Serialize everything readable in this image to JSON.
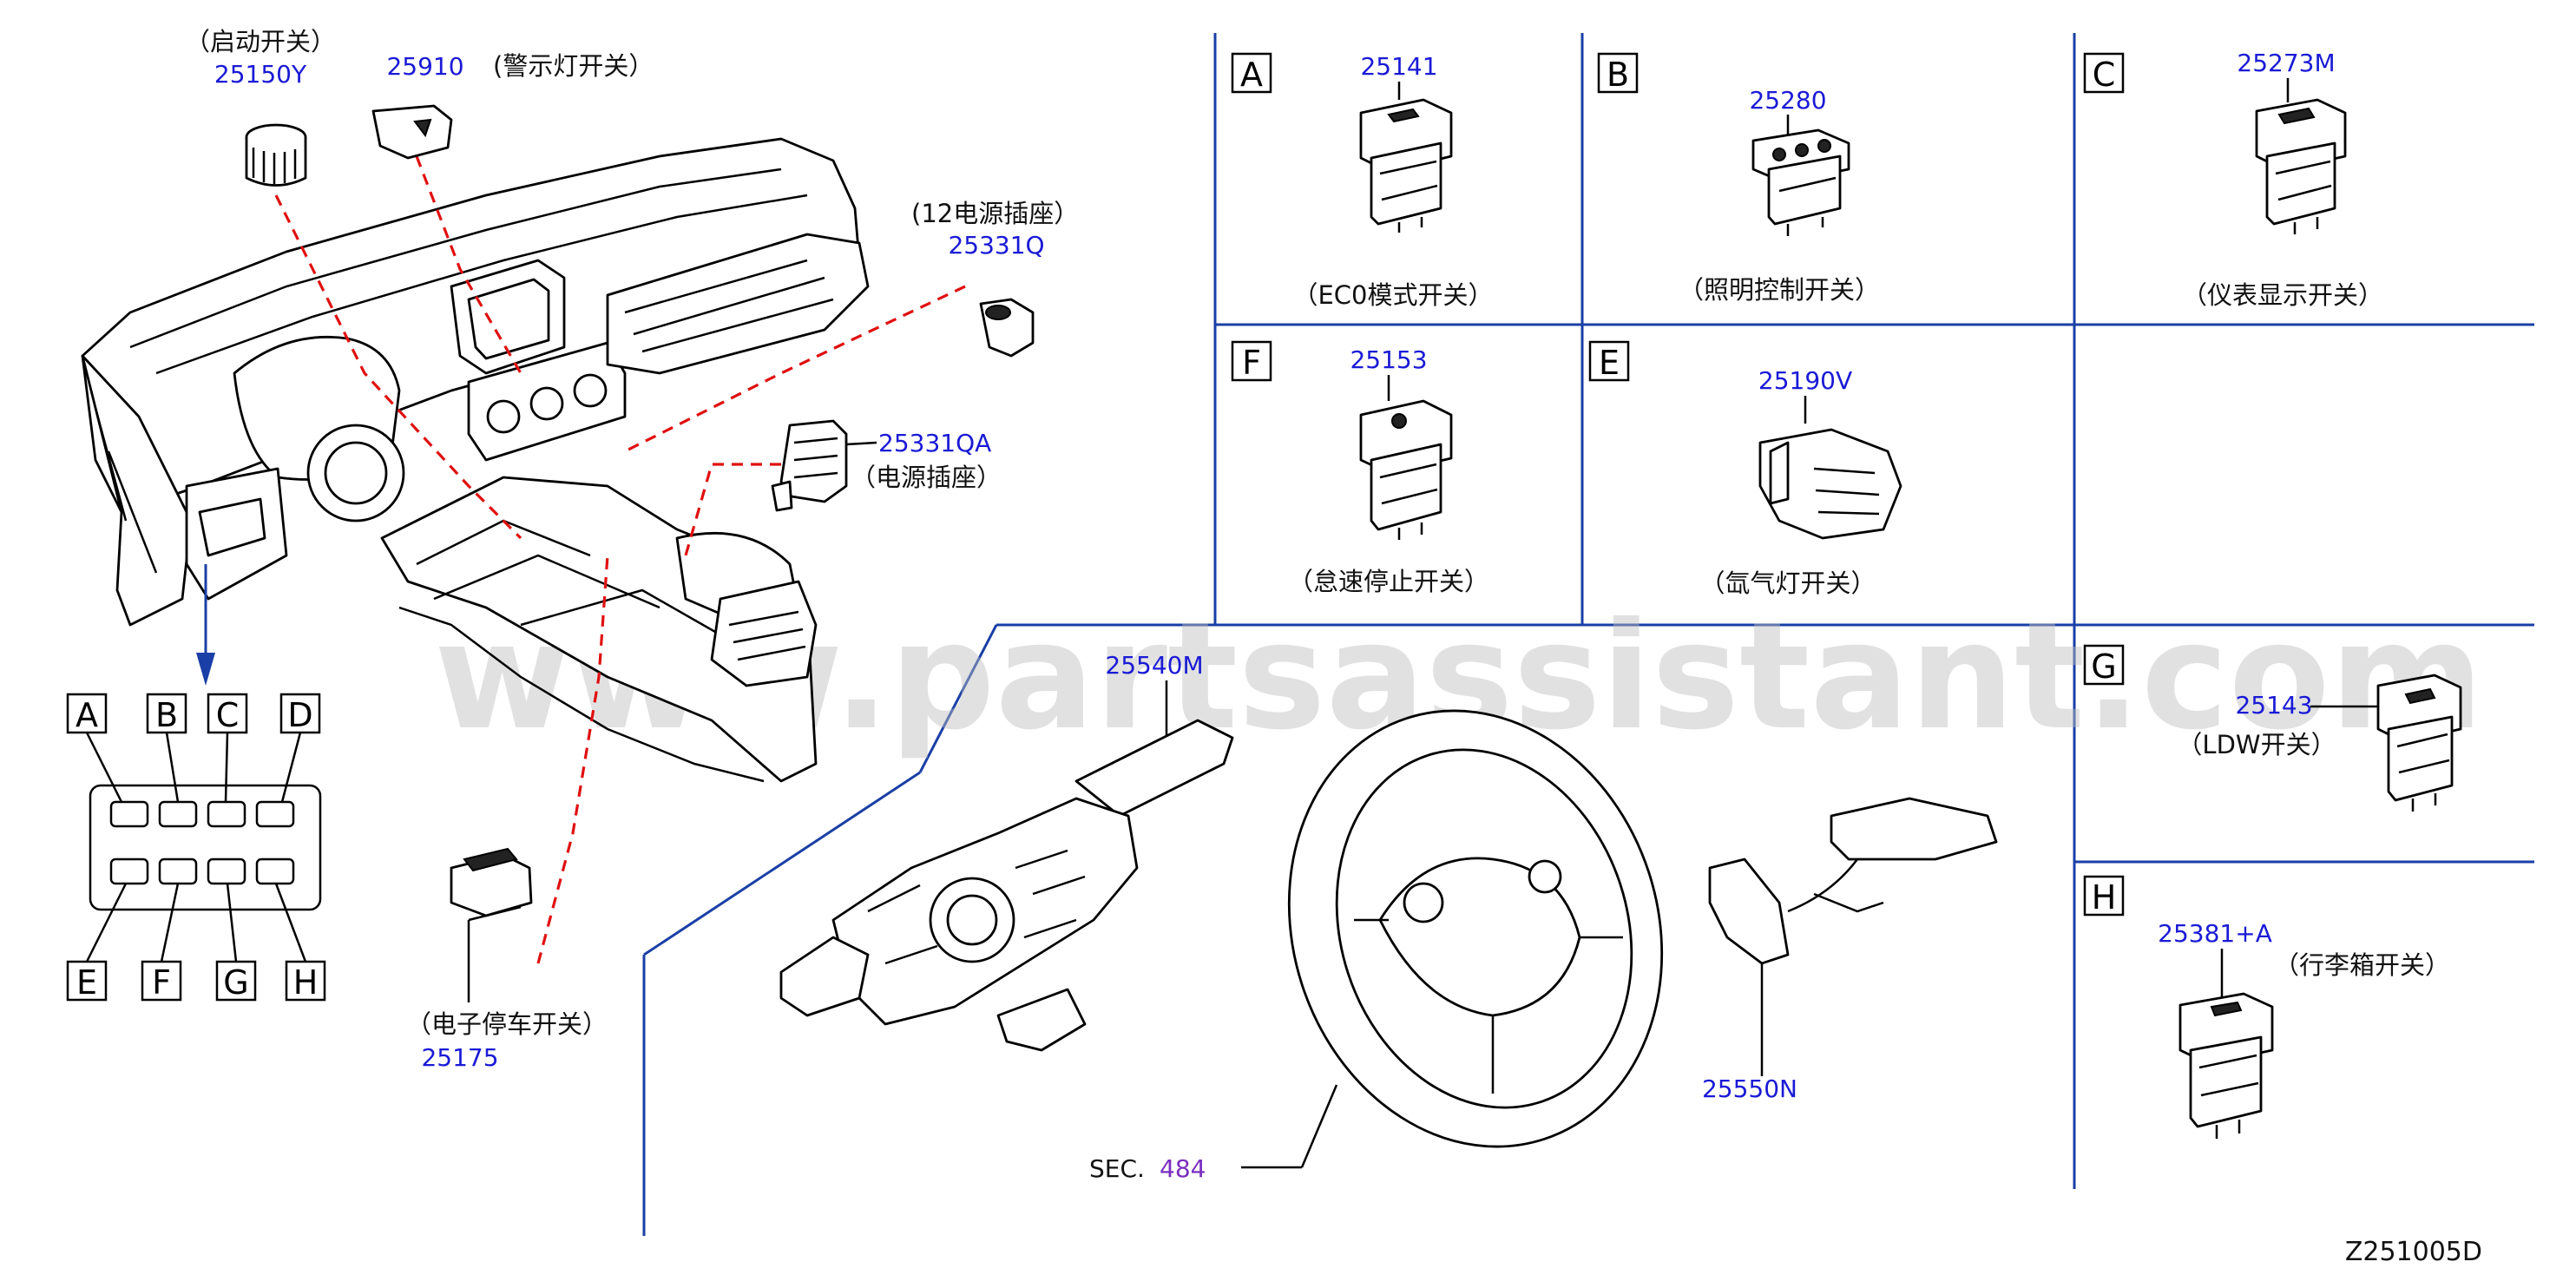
{
  "diagram": {
    "watermark": "www.partsassistant.com",
    "figure_code": "Z251005D",
    "sec_label": "SEC.",
    "sec_number": "484",
    "colors": {
      "part_number": "#1a1ad6",
      "leader_dashed": "#e01010",
      "divider": "#1a3fa6",
      "sec_number": "#7a2fc0"
    },
    "dashboard_callouts": [
      {
        "part_no": "25150Y",
        "caption": "（启动开关）"
      },
      {
        "part_no": "25910",
        "caption": "(警示灯开关）"
      },
      {
        "part_no": "25331Q",
        "caption": "(12电源插座）"
      },
      {
        "part_no": "25331QA",
        "caption": "（电源插座）"
      },
      {
        "part_no": "25175",
        "caption": "（电子停车开关）"
      }
    ],
    "switch_panel": {
      "top_letters": [
        "A",
        "B",
        "C",
        "D"
      ],
      "bottom_letters": [
        "E",
        "F",
        "G",
        "H"
      ]
    },
    "grid_parts": [
      {
        "letter": "A",
        "part_no": "25141",
        "caption": "（EC0模式开关）"
      },
      {
        "letter": "B",
        "part_no": "25280",
        "caption": "（照明控制开关）"
      },
      {
        "letter": "C",
        "part_no": "25273M",
        "caption": "（仪表显示开关）"
      },
      {
        "letter": "F",
        "part_no": "25153",
        "caption": "（怠速停止开关）"
      },
      {
        "letter": "E",
        "part_no": "25190V",
        "caption": "（氙气灯开关）"
      },
      {
        "letter": "G",
        "part_no": "25143",
        "caption": "（LDW开关）"
      },
      {
        "letter": "H",
        "part_no": "25381+A",
        "caption": "（行李箱开关）"
      }
    ],
    "steering_parts": [
      {
        "part_no": "25540M"
      },
      {
        "part_no": "25550N"
      }
    ]
  }
}
